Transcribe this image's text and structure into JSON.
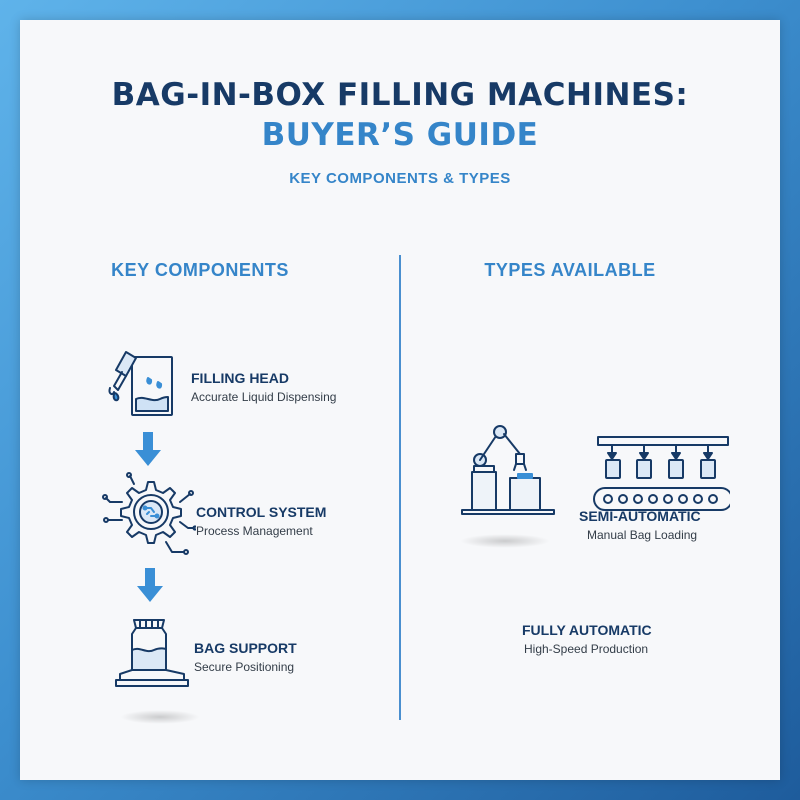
{
  "header": {
    "title_line1": "BAG-IN-BOX FILLING MACHINES:",
    "title_line2": "BUYER’S GUIDE",
    "subtitle": "KEY COMPONENTS & TYPES"
  },
  "left_column": {
    "heading": "KEY COMPONENTS",
    "items": [
      {
        "title": "FILLING HEAD",
        "desc": "Accurate Liquid Dispensing",
        "icon": "filling-head-icon"
      },
      {
        "title": "CONTROL SYSTEM",
        "desc": "Process Management",
        "icon": "control-gear-icon"
      },
      {
        "title": "BAG SUPPORT",
        "desc": "Secure Positioning",
        "icon": "bag-support-icon"
      }
    ]
  },
  "right_column": {
    "heading": "TYPES AVAILABLE",
    "items": [
      {
        "title": "SEMI-AUTOMATIC",
        "desc": "Manual Bag Loading",
        "icon": "robot-arm-conveyor-icon"
      },
      {
        "title": "FULLY AUTOMATIC",
        "desc": "High-Speed Production"
      }
    ]
  },
  "colors": {
    "navy": "#173a66",
    "accent_blue": "#3585c9",
    "arrow_blue": "#3a8fd6"
  }
}
